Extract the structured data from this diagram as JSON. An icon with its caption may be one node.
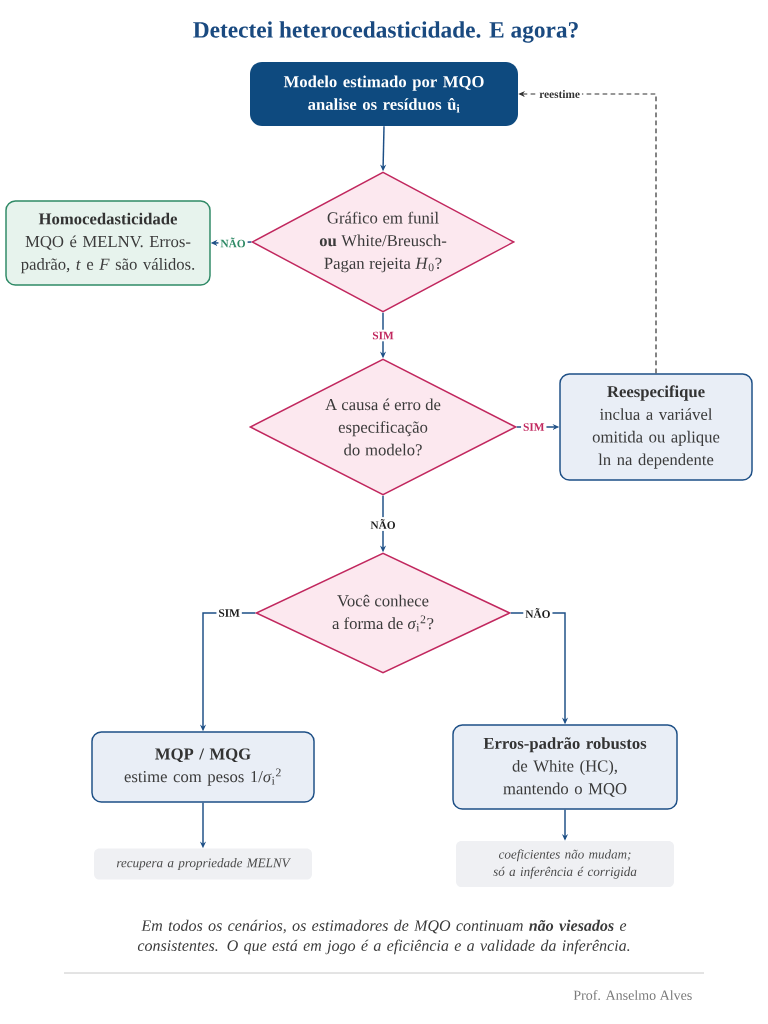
{
  "diagram": {
    "title": "Detectei heterocedasticidade. E agora?",
    "caption": "Em todos os cenários, os estimadores de MQO continuam **não viesados** e consistentes. O que está em jogo é a eficiência e a validade da inferência.",
    "nodes": [
      {
        "text": [
          "Modelo estimado por MQO analise os resíduos û$_{i}$"
        ]
      },
      {
        "text": [
          "Gráfico em funil **ou** White/Breusch-Pagan rejeita *H*$_{0}$?"
        ]
      },
      {
        "text": [
          "Homocedasticidade",
          "MQO é MELNV. Erros-padrão, *t* e *F* são válidos."
        ]
      },
      {
        "text": [
          "A causa é erro de especificação do modelo?"
        ]
      },
      {
        "text": [
          "Reespecifique",
          "inclua a variável omitida ou aplique ln na dependente"
        ]
      },
      {
        "text": [
          "Você conhece a forma de *σ*$_{i}$$^{2}$?"
        ]
      },
      {
        "text": [
          "MQP / MQG",
          "estime com pesos 1/*σ*$_{i}$$^{2}$"
        ]
      },
      {
        "text": [
          "Erros-padrão robustos",
          "de White (HC), mantendo o MQO"
        ]
      },
      {
        "text": [
          "recupera a propriedade MELNV"
        ]
      },
      {
        "text": [
          "coeficientes não mudam; só a inferência é corrigida"
        ]
      }
    ],
    "edges": [
      {
        "from": 0,
        "to": 1,
        "arrow": "to"
      },
      {
        "from": 1,
        "to": 2,
        "arrow": "to",
        "label": "NÃO"
      },
      {
        "from": 1,
        "to": 3,
        "arrow": "to",
        "label": "SIM"
      },
      {
        "from": 3,
        "to": 4,
        "arrow": "to",
        "label": "SIM"
      },
      {
        "from": 3,
        "to": 5,
        "arrow": "to",
        "label": "NÃO"
      },
      {
        "from": 5,
        "to": 6,
        "arrow": "to",
        "label": "SIM"
      },
      {
        "from": 5,
        "to": 7,
        "arrow": "to",
        "label": "NÃO"
      },
      {
        "from": 6,
        "to": 8,
        "arrow": "to"
      },
      {
        "from": 7,
        "to": 9,
        "arrow": "to"
      },
      {
        "from": 4,
        "to": 0,
        "arrow": "to",
        "label": "reestime",
        "style": "dashed",
        "color": "#333333"
      }
    ],
    "labels": [
      "Prof. Anselmo Alves"
    ]
  }
}
